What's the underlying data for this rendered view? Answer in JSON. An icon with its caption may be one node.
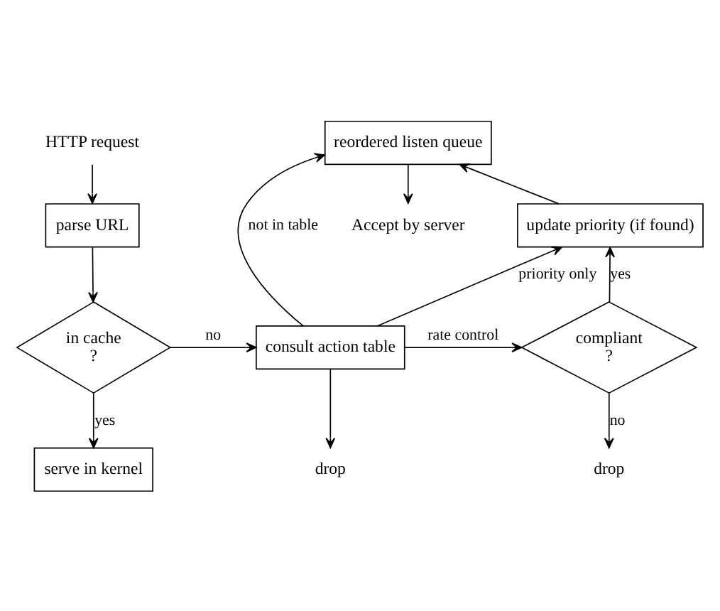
{
  "diagram": {
    "nodes": [
      {
        "text": [
          "HTTP request"
        ]
      },
      {
        "text": [
          "parse URL"
        ]
      },
      {
        "text": [
          "in cache",
          "?"
        ]
      },
      {
        "text": [
          "serve in kernel"
        ]
      },
      {
        "text": [
          "consult action table"
        ]
      },
      {
        "text": [
          "drop"
        ]
      },
      {
        "text": [
          "reordered listen queue"
        ]
      },
      {
        "text": [
          "update priority (if found)"
        ]
      },
      {
        "text": [
          "compliant",
          "?"
        ]
      },
      {
        "text": [
          "drop"
        ]
      },
      {
        "text": [
          "Accept by server"
        ]
      }
    ],
    "edges": [
      {
        "from": 0,
        "to": 1,
        "arrow": "to"
      },
      {
        "from": 1,
        "to": 2,
        "arrow": "to"
      },
      {
        "from": 2,
        "to": 3,
        "arrow": "to",
        "label": "yes"
      },
      {
        "from": 2,
        "to": 4,
        "arrow": "to",
        "label": "no"
      },
      {
        "from": 4,
        "to": 5,
        "arrow": "to"
      },
      {
        "from": 4,
        "to": 6,
        "arrow": "to",
        "label": "not in table"
      },
      {
        "from": 4,
        "to": 7,
        "arrow": "to",
        "label": "priority only"
      },
      {
        "from": 4,
        "to": 8,
        "arrow": "to",
        "label": "rate control"
      },
      {
        "from": 8,
        "to": 7,
        "arrow": "to",
        "label": "yes"
      },
      {
        "from": 8,
        "to": 9,
        "arrow": "to",
        "label": "no"
      },
      {
        "from": 7,
        "to": 6,
        "arrow": "to"
      },
      {
        "from": 6,
        "to": 10,
        "arrow": "to"
      }
    ]
  }
}
